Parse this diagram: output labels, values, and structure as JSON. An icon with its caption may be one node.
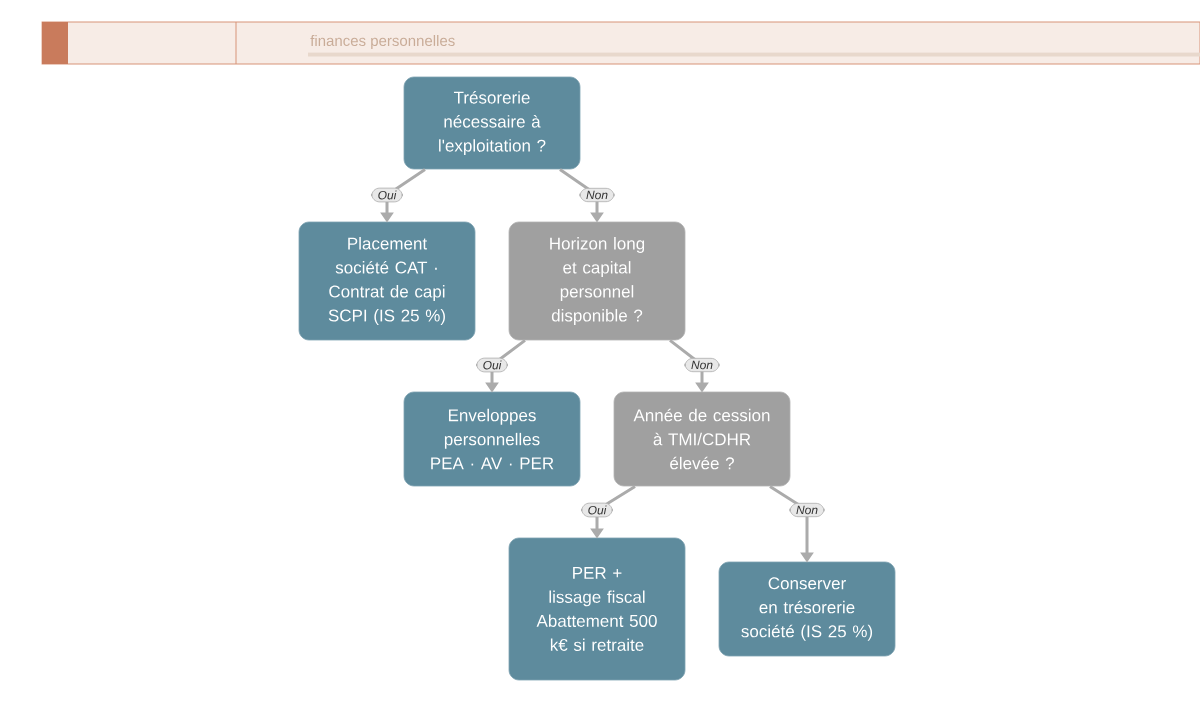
{
  "diagram": {
    "nodes": [
      {
        "text": [
          "Trésorerie nécessaire à l'exploitation ?"
        ]
      },
      {
        "text": [
          "Placement société CAT · Contrat de capi SCPI (IS 25 %)"
        ]
      },
      {
        "text": [
          "Horizon long et capital personnel disponible ?"
        ]
      },
      {
        "text": [
          "Enveloppes personnelles PEA · AV · PER"
        ]
      },
      {
        "text": [
          "Année de cession à TMI/CDHR élevée ?"
        ]
      },
      {
        "text": [
          "PER + lissage fiscal Abattement 500 k€ si retraite"
        ]
      },
      {
        "text": [
          "Conserver en trésorerie société (IS 25 %)"
        ]
      }
    ],
    "edges": [
      {
        "from": 0,
        "to": 1,
        "arrow": "to",
        "label": "Oui"
      },
      {
        "from": 0,
        "to": 2,
        "arrow": "to",
        "label": "Non"
      },
      {
        "from": 2,
        "to": 3,
        "arrow": "to",
        "label": "Oui"
      },
      {
        "from": 2,
        "to": 4,
        "arrow": "to",
        "label": "Non"
      },
      {
        "from": 4,
        "to": 5,
        "arrow": "to",
        "label": "Oui"
      },
      {
        "from": 4,
        "to": 6,
        "arrow": "to",
        "label": "Non"
      }
    ],
    "labels": [
      "finances personnelles"
    ]
  }
}
